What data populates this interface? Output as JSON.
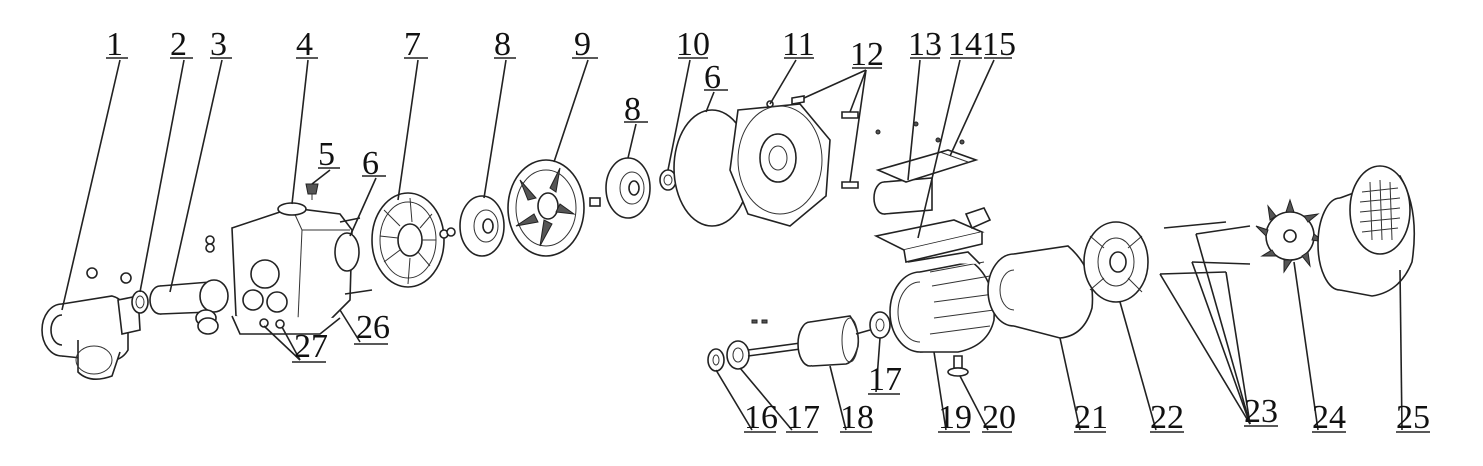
{
  "labels": {
    "l1": "1",
    "l2": "2",
    "l3": "3",
    "l4": "4",
    "l5": "5",
    "l6a": "6",
    "l7": "7",
    "l8a": "8",
    "l9": "9",
    "l10": "10",
    "l6b": "6",
    "l11": "11",
    "l8b": "8",
    "l12": "12",
    "l13": "13",
    "l14": "14",
    "l15": "15",
    "l26": "26",
    "l27": "27",
    "l16": "16",
    "l17a": "17",
    "l18": "18",
    "l17b": "17",
    "l19": "19",
    "l20": "20",
    "l21": "21",
    "l22": "22",
    "l23": "23",
    "l24": "24",
    "l25": "25"
  }
}
